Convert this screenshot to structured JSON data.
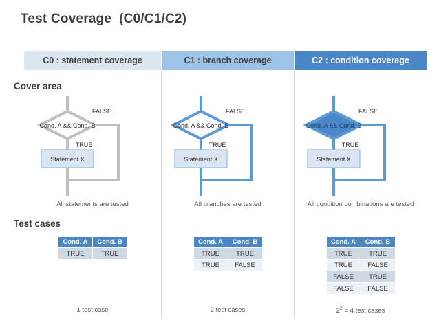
{
  "slide": {
    "title": "Test Coverage  (C0/C1/C2)",
    "background": "#ffffff"
  },
  "colors": {
    "c0_header_bg": "#dce6f1",
    "c1_header_bg": "#9dc3e6",
    "c2_header_bg": "#4a86c8",
    "header_text_dark": "#3f3f3f",
    "header_text_light": "#ffffff",
    "flow_gray": "#bfbfbf",
    "flow_blue": "#5b9bd5",
    "box_fill": "#dbe5f1",
    "box_border": "#9dc3e6",
    "table_header_bg": "#4a86c8",
    "table_row_dark": "#cfd9e5",
    "table_row_light": "#edf1f6",
    "divider": "#d6d6d6"
  },
  "row_labels": {
    "cover_area": "Cover area",
    "test_cases": "Test cases"
  },
  "columns": [
    {
      "id": "c0",
      "header": "C0 : statement coverage",
      "flow": {
        "condition": "Cond. A && Cond. B",
        "true_label": "TRUE",
        "false_label": "FALSE",
        "statement": "Statement X",
        "highlight": "statement-only"
      },
      "caption": "All statements are tested",
      "table": {
        "headers": [
          "Cond. A",
          "Cond. B"
        ],
        "rows": [
          [
            "TRUE",
            "TRUE"
          ]
        ]
      },
      "table_caption": "1 test case"
    },
    {
      "id": "c1",
      "header": "C1 : branch coverage",
      "flow": {
        "condition": "Cond. A && Cond. B",
        "true_label": "TRUE",
        "false_label": "FALSE",
        "statement": "Statement X",
        "highlight": "branches"
      },
      "caption": "All branches are tested",
      "table": {
        "headers": [
          "Cond. A",
          "Cond. B"
        ],
        "rows": [
          [
            "TRUE",
            "TRUE"
          ],
          [
            "TRUE",
            "FALSE"
          ]
        ]
      },
      "table_caption": "2 test cases"
    },
    {
      "id": "c2",
      "header": "C2 : condition coverage",
      "flow": {
        "condition": "Cond. A && Cond. B",
        "true_label": "TRUE",
        "false_label": "FALSE",
        "statement": "Statement X",
        "highlight": "conditions"
      },
      "caption": "All condition combinations are tested",
      "table": {
        "headers": [
          "Cond. A",
          "Cond. B"
        ],
        "rows": [
          [
            "TRUE",
            "TRUE"
          ],
          [
            "TRUE",
            "FALSE"
          ],
          [
            "FALSE",
            "TRUE"
          ],
          [
            "FALSE",
            "FALSE"
          ]
        ]
      },
      "table_caption_prefix": "2",
      "table_caption_exp": "2",
      "table_caption_suffix": " = 4 test cases"
    }
  ]
}
